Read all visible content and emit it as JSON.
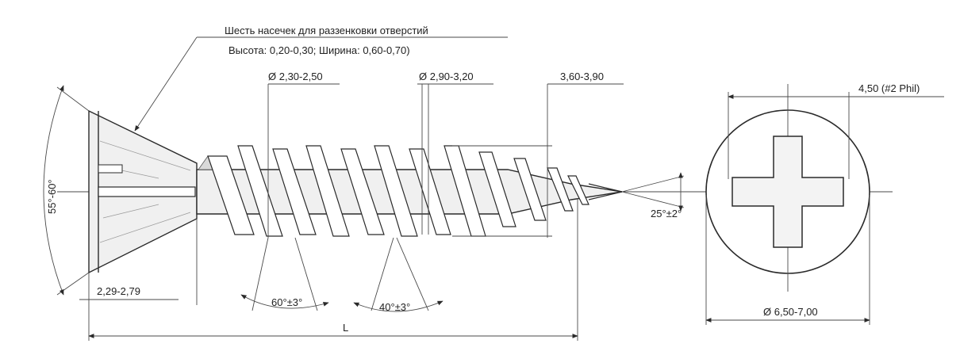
{
  "annotations": {
    "notch_note_line1": "Шесть насечек для раззенковки отверстий",
    "notch_note_line2": "Высота: 0,20-0,30; Ширина: 0,60-0,70)",
    "head_angle": "55°-60°",
    "head_height": "2,29-2,79",
    "inner_diameter": "Ø 2,30-2,50",
    "outer_diameter": "Ø 2,90-3,20",
    "thread_pitch": "3,60-3,90",
    "thread_angle": "60°±3°",
    "point_thread_angle": "40°±3°",
    "tip_angle": "25°±2°",
    "length": "L",
    "recess_size": "4,50 (#2 Phil)",
    "head_diameter": "Ø 6,50-7,00"
  }
}
